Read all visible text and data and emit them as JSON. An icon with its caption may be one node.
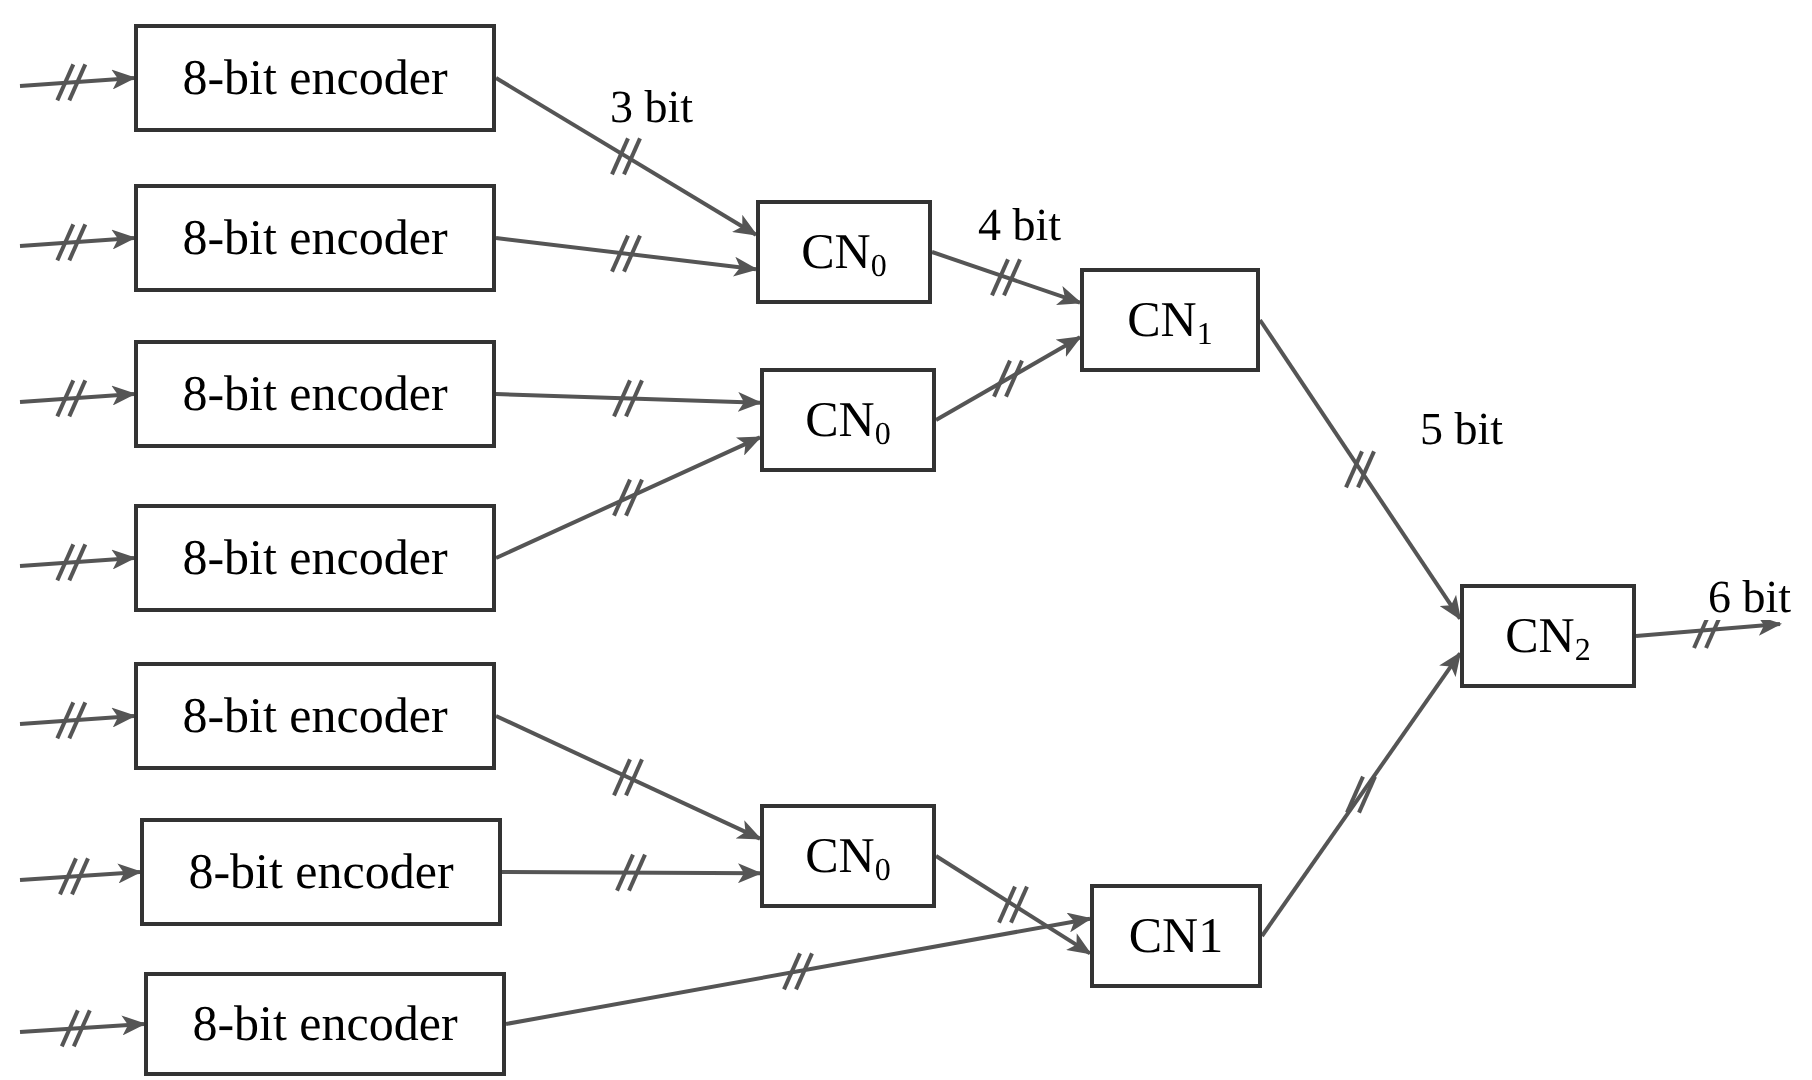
{
  "diagram": {
    "nodes": [
      {
        "text": [
          "8-bit encoder"
        ]
      },
      {
        "text": [
          "8-bit encoder"
        ]
      },
      {
        "text": [
          "8-bit encoder"
        ]
      },
      {
        "text": [
          "8-bit encoder"
        ]
      },
      {
        "text": [
          "8-bit encoder"
        ]
      },
      {
        "text": [
          "8-bit encoder"
        ]
      },
      {
        "text": [
          "8-bit encoder"
        ]
      },
      {
        "text": [
          "CN$_{0}$"
        ]
      },
      {
        "text": [
          "CN$_{1}$"
        ]
      },
      {
        "text": [
          "CN$_{0}$"
        ]
      },
      {
        "text": [
          "CN$_{2}$"
        ]
      },
      {
        "text": [
          "CN$_{0}$"
        ]
      },
      {
        "text": [
          "CN1"
        ]
      }
    ],
    "edges": [
      {
        "from": null,
        "to": 0,
        "arrow": "to"
      },
      {
        "from": null,
        "to": 1,
        "arrow": "to"
      },
      {
        "from": null,
        "to": 2,
        "arrow": "to"
      },
      {
        "from": null,
        "to": 3,
        "arrow": "to"
      },
      {
        "from": null,
        "to": 4,
        "arrow": "to"
      },
      {
        "from": null,
        "to": 5,
        "arrow": "to"
      },
      {
        "from": null,
        "to": 6,
        "arrow": "to"
      },
      {
        "from": 0,
        "to": 7,
        "arrow": "to",
        "label": "3 bit"
      },
      {
        "from": 1,
        "to": 7,
        "arrow": "to"
      },
      {
        "from": 2,
        "to": 9,
        "arrow": "to"
      },
      {
        "from": 3,
        "to": 9,
        "arrow": "to"
      },
      {
        "from": 4,
        "to": 11,
        "arrow": "to"
      },
      {
        "from": 5,
        "to": 11,
        "arrow": "to"
      },
      {
        "from": 7,
        "to": 8,
        "arrow": "to",
        "label": "4 bit"
      },
      {
        "from": 9,
        "to": 8,
        "arrow": "to"
      },
      {
        "from": 6,
        "to": 12,
        "arrow": "to"
      },
      {
        "from": 11,
        "to": 12,
        "arrow": "to"
      },
      {
        "from": 8,
        "to": 10,
        "arrow": "to",
        "label": "5 bit"
      },
      {
        "from": 12,
        "to": 10,
        "arrow": "to"
      },
      {
        "from": 10,
        "to": null,
        "arrow": "to",
        "label": "6 bit"
      }
    ]
  }
}
